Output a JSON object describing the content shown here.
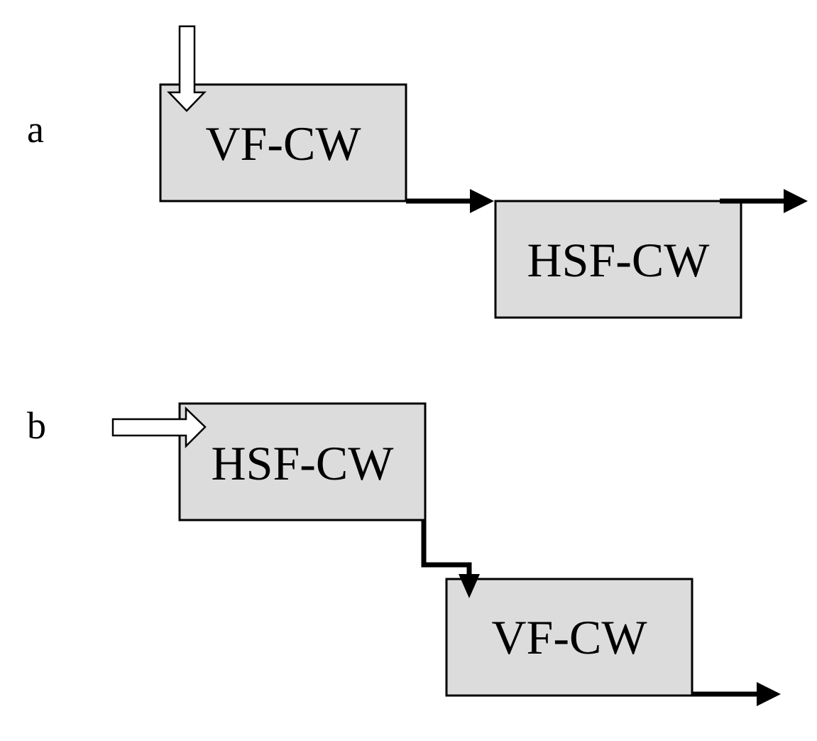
{
  "colors": {
    "box_fill": "#dcdcdc",
    "stroke": "#000000",
    "inlet_fill": "#ffffff",
    "background": "#ffffff"
  },
  "panel_a": {
    "label": "a",
    "first_box": "VF-CW",
    "second_box": "HSF-CW"
  },
  "panel_b": {
    "label": "b",
    "first_box": "HSF-CW",
    "second_box": "VF-CW"
  }
}
